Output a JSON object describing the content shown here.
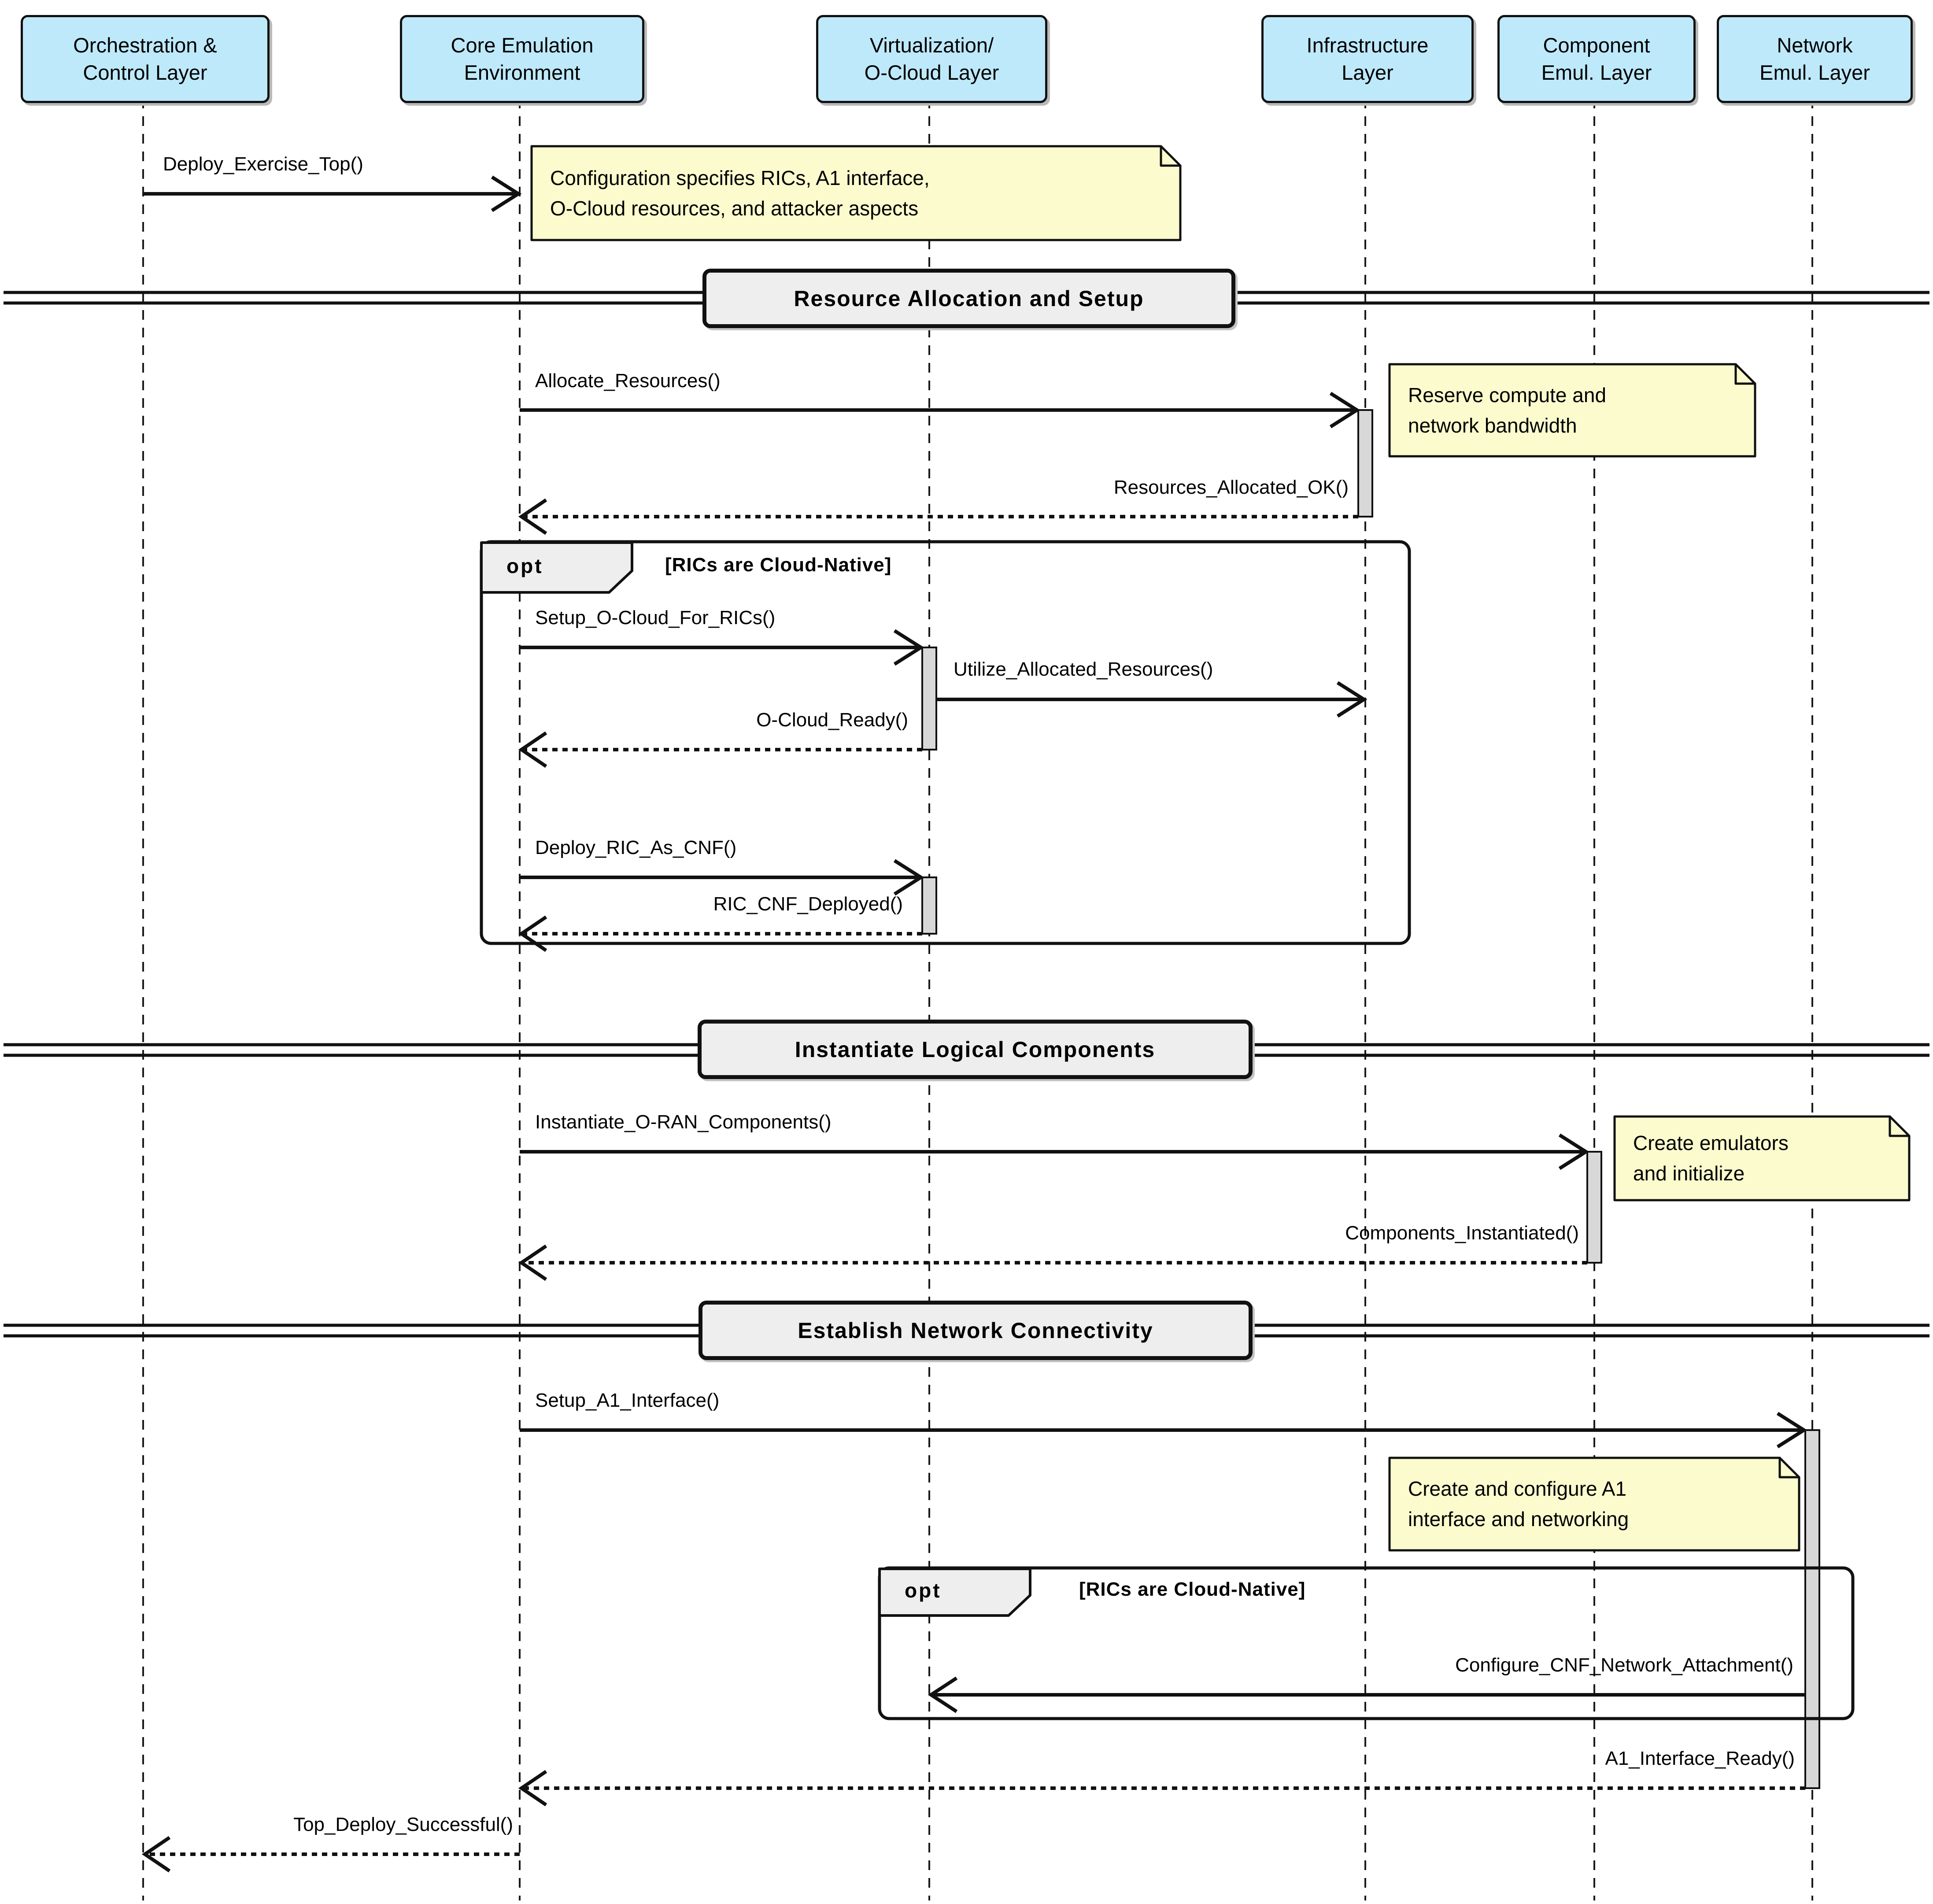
{
  "participants": [
    {
      "id": "orchestration",
      "label": "Orchestration &\nControl Layer"
    },
    {
      "id": "core-emulation",
      "label": "Core Emulation\nEnvironment"
    },
    {
      "id": "virtualization",
      "label": "Virtualization/\nO-Cloud Layer"
    },
    {
      "id": "infrastructure",
      "label": "Infrastructure\nLayer"
    },
    {
      "id": "component-emul",
      "label": "Component\nEmul. Layer"
    },
    {
      "id": "network-emul",
      "label": "Network\nEmul. Layer"
    }
  ],
  "messages": {
    "deploy_exercise_top": "Deploy_Exercise_Top()",
    "allocate_resources": "Allocate_Resources()",
    "resources_allocated_ok": "Resources_Allocated_OK()",
    "setup_ocloud_for_rics": "Setup_O-Cloud_For_RICs()",
    "utilize_allocated_resources": "Utilize_Allocated_Resources()",
    "ocloud_ready": "O-Cloud_Ready()",
    "deploy_ric_as_cnf": "Deploy_RIC_As_CNF()",
    "ric_cnf_deployed": "RIC_CNF_Deployed()",
    "instantiate_oran_components": "Instantiate_O-RAN_Components()",
    "components_instantiated": "Components_Instantiated()",
    "setup_a1_interface": "Setup_A1_Interface()",
    "configure_cnf_network_attachment": "Configure_CNF_Network_Attachment()",
    "a1_interface_ready": "A1_Interface_Ready()",
    "top_deploy_successful": "Top_Deploy_Successful()"
  },
  "notes": {
    "configuration": "Configuration specifies RICs, A1 interface,\nO-Cloud resources, and attacker aspects",
    "reserve": "Reserve compute and\nnetwork bandwidth",
    "create_emulators": "Create emulators\nand initialize",
    "create_a1": "Create and configure A1\ninterface and networking"
  },
  "dividers": {
    "resource_allocation": "Resource Allocation and Setup",
    "instantiate_logical": "Instantiate Logical Components",
    "establish_network": "Establish Network Connectivity"
  },
  "fragments": {
    "opt1": {
      "keyword": "opt",
      "guard": "[RICs are Cloud-Native]"
    },
    "opt2": {
      "keyword": "opt",
      "guard": "[RICs are Cloud-Native]"
    }
  },
  "colors": {
    "participant_fill": "#BEE9FA",
    "note_fill": "#FBFBCE",
    "divider_fill": "#EEEEEE",
    "fragment_label_fill": "#EEEEEE",
    "activation_fill": "#D8D8D8",
    "line": "#111111",
    "background": "#FFFFFF"
  }
}
